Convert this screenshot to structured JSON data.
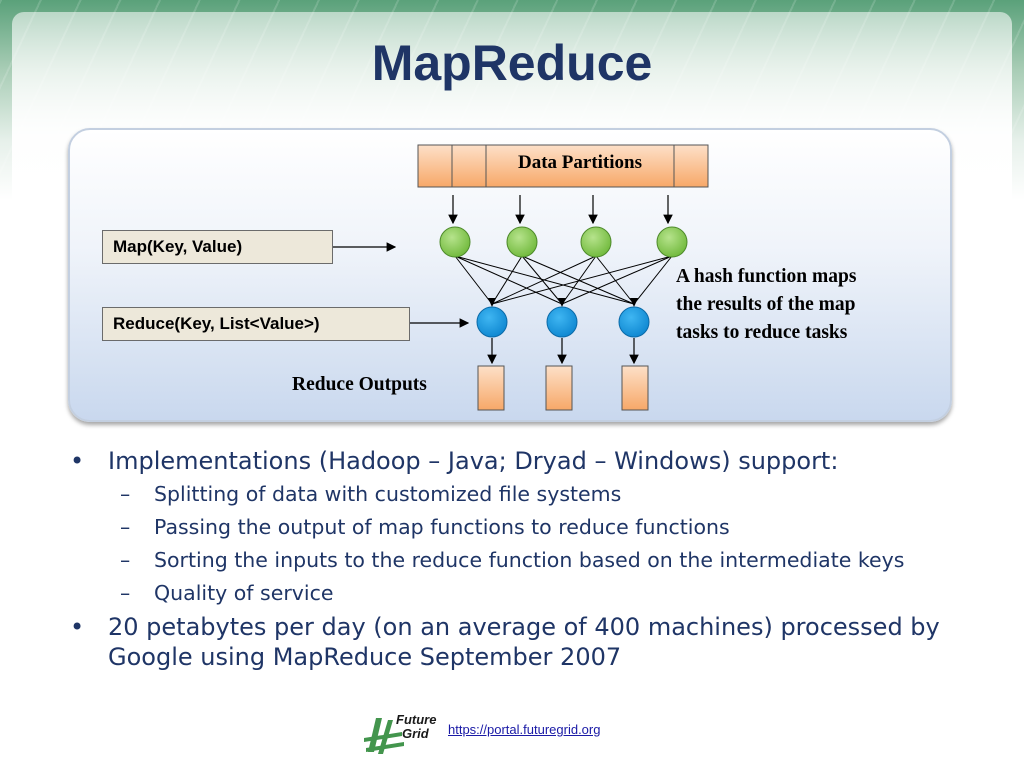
{
  "slide": {
    "title": "MapReduce"
  },
  "diagram": {
    "data_partitions_label": "Data Partitions",
    "map_label": "Map(Key, Value)",
    "reduce_label": "Reduce(Key, List<Value>)",
    "hash_note_lines": [
      "A hash function maps",
      "the results of the map",
      "tasks to reduce tasks"
    ],
    "reduce_outputs_label": "Reduce Outputs",
    "map_node_count": 4,
    "reduce_node_count": 3,
    "colors": {
      "map_node": "#8fce57",
      "reduce_node": "#1b9ee8",
      "partition_fill": "#fbc9a2",
      "label_box_fill": "#ede8da",
      "title": "#1f3566"
    }
  },
  "bullets": [
    {
      "text": "Implementations (Hadoop – Java; Dryad – Windows) support:",
      "sub": [
        "Splitting of data with customized file systems",
        "Passing the output of map functions to reduce functions",
        "Sorting the inputs to the reduce function based on the intermediate keys",
        "Quality of service"
      ]
    },
    {
      "text": "20 petabytes per day (on an average of 400 machines) processed by Google using MapReduce September 2007",
      "sub": []
    }
  ],
  "bullet_symbol": "•",
  "sub_bullet_symbol": "–",
  "footer": {
    "logo_text_line1": "Future",
    "logo_text_line2": "Grid",
    "link": "https://portal.futuregrid.org"
  }
}
